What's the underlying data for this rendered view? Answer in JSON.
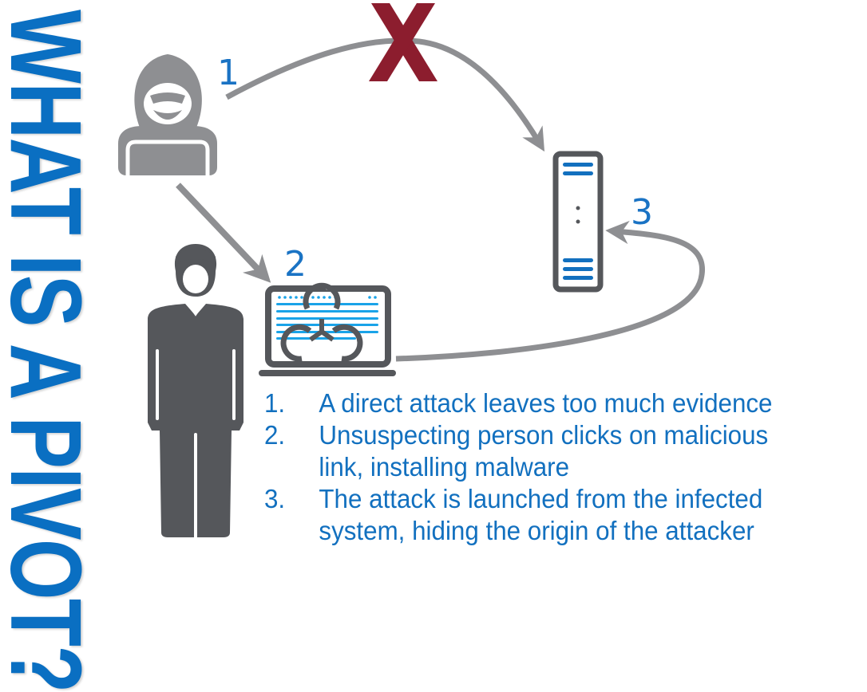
{
  "title": "WHAT IS A PIVOT?",
  "colors": {
    "title_blue": "#0a6fc2",
    "text_blue": "#1270bf",
    "arrow_gray": "#8e8f92",
    "icon_dark": "#55575b",
    "icon_gray": "#8e8f92",
    "x_red": "#8c1d2e",
    "screen_cyan": "#1aa3e8"
  },
  "diagram": {
    "labels": {
      "attacker": "1",
      "victim": "2",
      "target": "3"
    },
    "blocked_mark": "X",
    "nodes": [
      {
        "id": "attacker",
        "icon": "hooded-hacker-icon"
      },
      {
        "id": "victim",
        "icon": "person-icon"
      },
      {
        "id": "infected-laptop",
        "icon": "laptop-biohazard-icon"
      },
      {
        "id": "target-server",
        "icon": "server-tower-icon"
      }
    ],
    "edges": [
      {
        "from": "attacker",
        "to": "target-server",
        "status": "blocked"
      },
      {
        "from": "attacker",
        "to": "infected-laptop",
        "status": "active"
      },
      {
        "from": "infected-laptop",
        "to": "target-server",
        "status": "active"
      }
    ]
  },
  "steps": [
    {
      "num": "1.",
      "text": "A direct attack leaves too much evidence",
      "lines": [
        "A direct attack leaves too much evidence"
      ]
    },
    {
      "num": "2.",
      "text": "Unsuspecting person clicks on malicious link, installing malware",
      "lines": [
        "Unsuspecting person clicks on malicious",
        "link, installing malware"
      ]
    },
    {
      "num": "3.",
      "text": "The attack is launched from the infected system, hiding the origin of the attacker",
      "lines": [
        "The attack is launched from the infected",
        "system, hiding the origin of the attacker"
      ]
    }
  ]
}
